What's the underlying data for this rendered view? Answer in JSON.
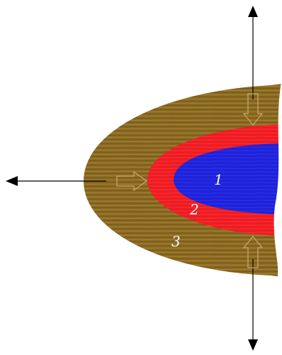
{
  "diagram": {
    "zones": [
      {
        "id": "inner",
        "label": "1",
        "color": "#1f1fd6"
      },
      {
        "id": "middle",
        "label": "2",
        "color": "#ee1b23"
      },
      {
        "id": "outer",
        "label": "3",
        "color": "#8a6a1e"
      }
    ],
    "arrow_color": "#000000",
    "inward_arrow_color": "#b89c5a"
  }
}
